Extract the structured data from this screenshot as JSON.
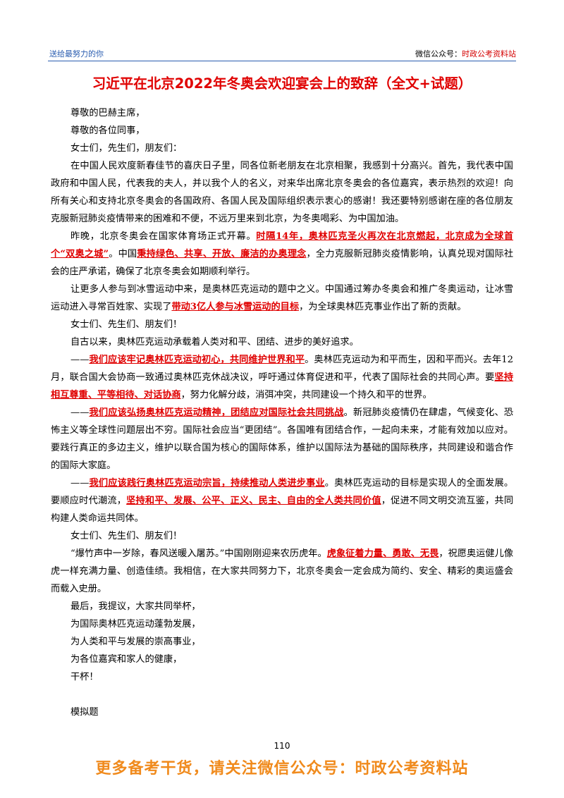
{
  "header": {
    "left": "送给最努力的你",
    "right_prefix": "微信公众号：",
    "right_account": "时政公考资料站"
  },
  "title": "习近平在北京2022年冬奥会欢迎宴会上的致辞（全文+试题）",
  "salutations": [
    "尊敬的巴赫主席，",
    "尊敬的各位同事，",
    "女士们，先生们，朋友们："
  ],
  "p1": "在中国人民欢度新春佳节的喜庆日子里，同各位新老朋友在北京相聚，我感到十分高兴。首先，我代表中国政府和中国人民，代表我的夫人，并以我个人的名义，对来华出席北京冬奥会的各位嘉宾，表示热烈的欢迎！向所有关心和支持北京冬奥会的各国政府、各国人民及国际组织表示衷心的感谢！我还要特别感谢在座的各位朋友克服新冠肺炎疫情带来的困难和不便，不远万里来到北京，为冬奥喝彩、为中国加油。",
  "p2": {
    "a": "昨晚，北京冬奥会在国家体育场正式开幕。",
    "b": "时隔14年，奥林匹克圣火再次在北京燃起，北京成为全球首个“双奥之城”",
    "c": "。中国",
    "d": "秉持绿色、共享、开放、廉洁的办奥理念",
    "e": "，全力克服新冠肺炎疫情影响，认真兑现对国际社会的庄严承诺，确保了北京冬奥会如期顺利举行。"
  },
  "p3": {
    "a": "让更多人参与到冰雪运动中来，是奥林匹克运动的题中之义。中国通过筹办冬奥会和推广冬奥运动，让冰雪运动进入寻常百姓家、实现了",
    "b": "带动3亿人参与冰雪运动的目标",
    "c": "，为全球奥林匹克事业作出了新的贡献。"
  },
  "p4": "女士们、先生们、朋友们！",
  "p5": "自古以来，奥林匹克运动承载着人类对和平、团结、进步的美好追求。",
  "p6": {
    "a": "——",
    "b": "我们应该牢记奥林匹克运动初心，共同维护世界和平",
    "c": "。奥林匹克运动为和平而生，因和平而兴。去年12月，联合国大会协商一致通过奥林匹克休战决议，呼吁通过体育促进和平，代表了国际社会的共同心声。要",
    "d": "坚持相互尊重、平等相待、对话协商",
    "e": "，努力化解分歧，消弭冲突，共同建设一个持久和平的世界。"
  },
  "p7": {
    "a": "——",
    "b": "我们应该弘扬奥林匹克运动精神，团结应对国际社会共同挑战",
    "c": "。新冠肺炎疫情仍在肆虐，气候变化、恐怖主义等全球性问题层出不穷。国际社会应当“更团结”。各国唯有团结合作，一起向未来，才能有效加以应对。要践行真正的多边主义，维护以联合国为核心的国际体系，维护以国际法为基础的国际秩序，共同建设和谐合作的国际大家庭。"
  },
  "p8": {
    "a": "——",
    "b": "我们应该践行奥林匹克运动宗旨，持续推动人类进步事业",
    "c": "。奥林匹克运动的目标是实现人的全面发展。要顺应时代潮流，",
    "d": "坚持和平、发展、公平、正义、民主、自由的全人类共同价值",
    "e": "，促进不同文明交流互鉴，共同构建人类命运共同体。"
  },
  "p9": "女士们、先生们、朋友们！",
  "p10": {
    "a": "“爆竹声中一岁除，春风送暖入屠苏。”中国刚刚迎来农历虎年。",
    "b": "虎象征着力量、勇敢、无畏",
    "c": "，祝愿奥运健儿像虎一样充满力量、创造佳绩。我相信，在大家共同努力下，北京冬奥会一定会成为简约、安全、精彩的奥运盛会而载入史册。"
  },
  "toast": [
    "最后，我提议，大家共同举杯，",
    "为国际奥林匹克运动蓬勃发展，",
    "为人类和平与发展的崇高事业，",
    "为各位嘉宾和家人的健康，",
    "干杯！"
  ],
  "section": "模拟题",
  "page_number": "110",
  "footer": "更多备考干货，请关注微信公众号：时政公考资料站"
}
